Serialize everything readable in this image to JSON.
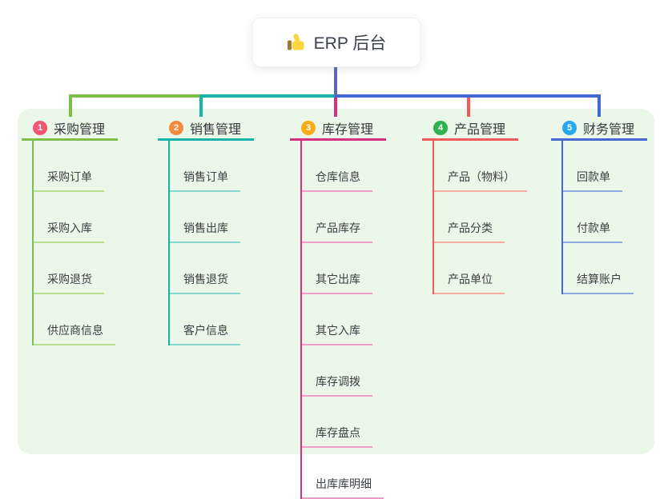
{
  "root": {
    "icon": "thumbs-up",
    "label": "ERP 后台"
  },
  "colors": {
    "page_bg": "#ffffff",
    "panel_bg": "#ebf7e8",
    "stem": "#5a68c3",
    "text": "#3c4045"
  },
  "branches": [
    {
      "num": "1",
      "label": "采购管理",
      "badge_color": "#f2566f",
      "line_color": "#7ebf4a",
      "child_line_color": "#b9e08f",
      "children": [
        "采购订单",
        "采购入库",
        "采购退货",
        "供应商信息"
      ]
    },
    {
      "num": "2",
      "label": "销售管理",
      "badge_color": "#f8883e",
      "line_color": "#17b3aa",
      "child_line_color": "#84d6cf",
      "children": [
        "销售订单",
        "销售出库",
        "销售退货",
        "客户信息"
      ]
    },
    {
      "num": "3",
      "label": "库存管理",
      "badge_color": "#fbab18",
      "line_color": "#d5317f",
      "child_line_color": "#f19cc5",
      "children": [
        "仓库信息",
        "产品库存",
        "其它出库",
        "其它入库",
        "库存调拨",
        "库存盘点",
        "出库库明细"
      ]
    },
    {
      "num": "4",
      "label": "产品管理",
      "badge_color": "#2fb350",
      "line_color": "#f25a5a",
      "child_line_color": "#f8a9a5",
      "children": [
        "产品（物料）",
        "产品分类",
        "产品单位"
      ]
    },
    {
      "num": "5",
      "label": "财务管理",
      "badge_color": "#2aa7ea",
      "line_color": "#4467d1",
      "child_line_color": "#94aae8",
      "children": [
        "回款单",
        "付款单",
        "结算账户"
      ]
    }
  ]
}
